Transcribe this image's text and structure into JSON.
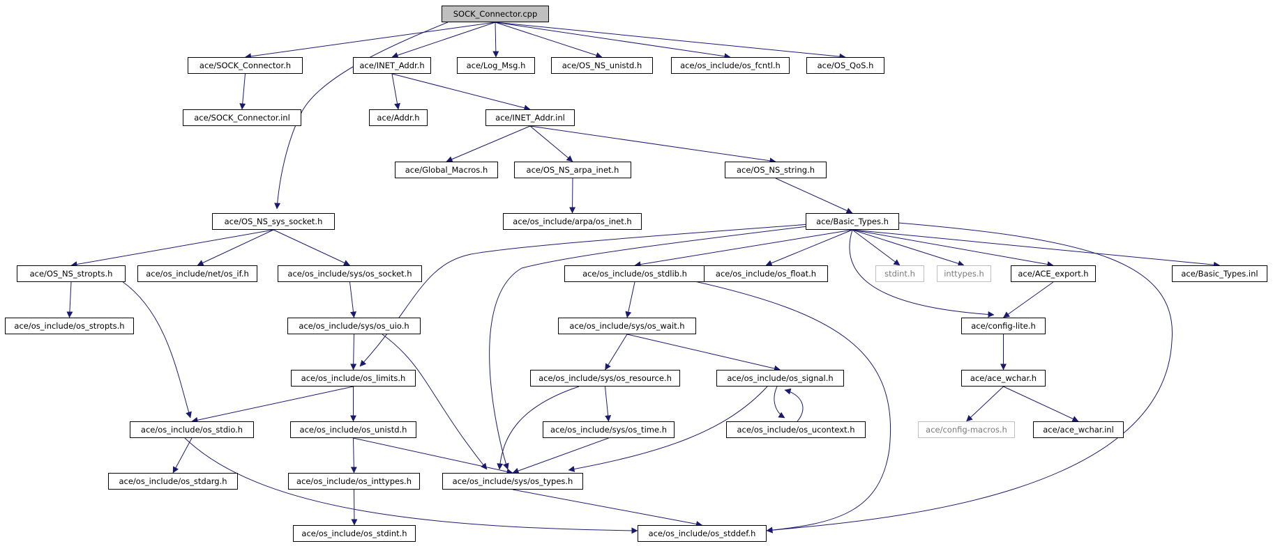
{
  "graph": {
    "edge_color": "#191970",
    "nodes": [
      {
        "id": "root",
        "label": "SOCK_Connector.cpp",
        "style": "root"
      },
      {
        "id": "sock_conn_h",
        "label": "ace/SOCK_Connector.h"
      },
      {
        "id": "inet_addr_h",
        "label": "ace/INET_Addr.h"
      },
      {
        "id": "log_msg",
        "label": "ace/Log_Msg.h"
      },
      {
        "id": "os_ns_unistd",
        "label": "ace/OS_NS_unistd.h"
      },
      {
        "id": "os_fcntl",
        "label": "ace/os_include/os_fcntl.h"
      },
      {
        "id": "os_qos",
        "label": "ace/OS_QoS.h"
      },
      {
        "id": "sock_conn_inl",
        "label": "ace/SOCK_Connector.inl"
      },
      {
        "id": "addr_h",
        "label": "ace/Addr.h"
      },
      {
        "id": "inet_addr_inl",
        "label": "ace/INET_Addr.inl"
      },
      {
        "id": "global_macros",
        "label": "ace/Global_Macros.h"
      },
      {
        "id": "os_ns_arpa",
        "label": "ace/OS_NS_arpa_inet.h"
      },
      {
        "id": "os_ns_string",
        "label": "ace/OS_NS_string.h"
      },
      {
        "id": "os_inet",
        "label": "ace/os_include/arpa/os_inet.h"
      },
      {
        "id": "os_ns_sys_socket",
        "label": "ace/OS_NS_sys_socket.h"
      },
      {
        "id": "basic_types_h",
        "label": "ace/Basic_Types.h"
      },
      {
        "id": "os_ns_stropts",
        "label": "ace/OS_NS_stropts.h"
      },
      {
        "id": "os_if",
        "label": "ace/os_include/net/os_if.h"
      },
      {
        "id": "os_socket",
        "label": "ace/os_include/sys/os_socket.h"
      },
      {
        "id": "os_stdlib",
        "label": "ace/os_include/os_stdlib.h"
      },
      {
        "id": "os_float",
        "label": "ace/os_include/os_float.h"
      },
      {
        "id": "stdint_h",
        "label": "stdint.h",
        "style": "missing"
      },
      {
        "id": "inttypes_h",
        "label": "inttypes.h",
        "style": "missing"
      },
      {
        "id": "ace_export",
        "label": "ace/ACE_export.h"
      },
      {
        "id": "basic_types_inl",
        "label": "ace/Basic_Types.inl"
      },
      {
        "id": "os_stropts",
        "label": "ace/os_include/os_stropts.h"
      },
      {
        "id": "os_uio",
        "label": "ace/os_include/sys/os_uio.h"
      },
      {
        "id": "os_wait",
        "label": "ace/os_include/sys/os_wait.h"
      },
      {
        "id": "config_lite",
        "label": "ace/config-lite.h"
      },
      {
        "id": "os_limits",
        "label": "ace/os_include/os_limits.h"
      },
      {
        "id": "os_resource",
        "label": "ace/os_include/sys/os_resource.h"
      },
      {
        "id": "os_signal",
        "label": "ace/os_include/os_signal.h"
      },
      {
        "id": "ace_wchar_h",
        "label": "ace/ace_wchar.h"
      },
      {
        "id": "os_stdio",
        "label": "ace/os_include/os_stdio.h"
      },
      {
        "id": "os_unistd",
        "label": "ace/os_include/os_unistd.h"
      },
      {
        "id": "os_time",
        "label": "ace/os_include/sys/os_time.h"
      },
      {
        "id": "os_ucontext",
        "label": "ace/os_include/os_ucontext.h"
      },
      {
        "id": "config_macros",
        "label": "ace/config-macros.h",
        "style": "missing"
      },
      {
        "id": "ace_wchar_inl",
        "label": "ace/ace_wchar.inl"
      },
      {
        "id": "os_stdarg",
        "label": "ace/os_include/os_stdarg.h"
      },
      {
        "id": "os_inttypes",
        "label": "ace/os_include/os_inttypes.h"
      },
      {
        "id": "os_types",
        "label": "ace/os_include/sys/os_types.h"
      },
      {
        "id": "os_stdint",
        "label": "ace/os_include/os_stdint.h"
      },
      {
        "id": "os_stddef",
        "label": "ace/os_include/os_stddef.h"
      }
    ],
    "edges": [
      [
        "root",
        "sock_conn_h"
      ],
      [
        "root",
        "inet_addr_h"
      ],
      [
        "root",
        "log_msg"
      ],
      [
        "root",
        "os_ns_unistd"
      ],
      [
        "root",
        "os_fcntl"
      ],
      [
        "root",
        "os_qos"
      ],
      [
        "root",
        "os_ns_sys_socket"
      ],
      [
        "sock_conn_h",
        "sock_conn_inl"
      ],
      [
        "inet_addr_h",
        "addr_h"
      ],
      [
        "inet_addr_h",
        "inet_addr_inl"
      ],
      [
        "inet_addr_inl",
        "global_macros"
      ],
      [
        "inet_addr_inl",
        "os_ns_arpa"
      ],
      [
        "inet_addr_inl",
        "os_ns_string"
      ],
      [
        "os_ns_arpa",
        "os_inet"
      ],
      [
        "os_ns_string",
        "basic_types_h"
      ],
      [
        "os_ns_sys_socket",
        "os_ns_stropts"
      ],
      [
        "os_ns_sys_socket",
        "os_if"
      ],
      [
        "os_ns_sys_socket",
        "os_socket"
      ],
      [
        "basic_types_h",
        "os_limits"
      ],
      [
        "basic_types_h",
        "os_types"
      ],
      [
        "basic_types_h",
        "os_stdlib"
      ],
      [
        "basic_types_h",
        "os_float"
      ],
      [
        "basic_types_h",
        "stdint_h"
      ],
      [
        "basic_types_h",
        "inttypes_h"
      ],
      [
        "basic_types_h",
        "ace_export"
      ],
      [
        "basic_types_h",
        "basic_types_inl"
      ],
      [
        "basic_types_h",
        "config_lite"
      ],
      [
        "basic_types_h",
        "os_stddef"
      ],
      [
        "os_ns_stropts",
        "os_stropts"
      ],
      [
        "os_ns_stropts",
        "os_stdio"
      ],
      [
        "os_socket",
        "os_uio"
      ],
      [
        "os_uio",
        "os_limits"
      ],
      [
        "os_uio",
        "os_types"
      ],
      [
        "os_stdlib",
        "os_wait"
      ],
      [
        "os_stdlib",
        "os_stddef"
      ],
      [
        "ace_export",
        "config_lite"
      ],
      [
        "config_lite",
        "ace_wchar_h"
      ],
      [
        "ace_wchar_h",
        "config_macros"
      ],
      [
        "ace_wchar_h",
        "ace_wchar_inl"
      ],
      [
        "os_wait",
        "os_resource"
      ],
      [
        "os_wait",
        "os_signal"
      ],
      [
        "os_limits",
        "os_stdio"
      ],
      [
        "os_limits",
        "os_unistd"
      ],
      [
        "os_resource",
        "os_time"
      ],
      [
        "os_resource",
        "os_types"
      ],
      [
        "os_signal",
        "os_ucontext"
      ],
      [
        "os_ucontext",
        "os_signal"
      ],
      [
        "os_signal",
        "os_types"
      ],
      [
        "os_stdio",
        "os_stdarg"
      ],
      [
        "os_stdio",
        "os_stddef"
      ],
      [
        "os_unistd",
        "os_inttypes"
      ],
      [
        "os_unistd",
        "os_types"
      ],
      [
        "os_time",
        "os_types"
      ],
      [
        "os_inttypes",
        "os_stdint"
      ],
      [
        "os_types",
        "os_stddef"
      ]
    ]
  }
}
